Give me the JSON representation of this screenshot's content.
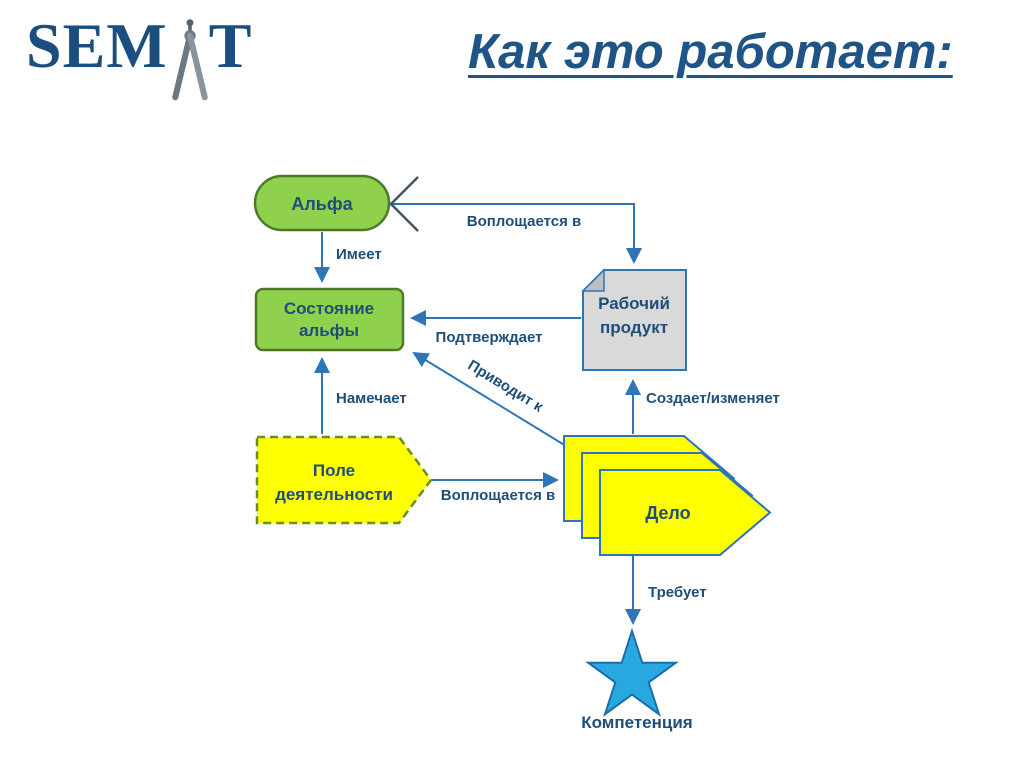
{
  "header": {
    "logo_sem": "SEM",
    "logo_t": "T",
    "title": "Как это работает:"
  },
  "diagram": {
    "nodes": {
      "alpha": {
        "label": "Альфа"
      },
      "alpha_state": {
        "line1": "Состояние",
        "line2": "альфы"
      },
      "work_product": {
        "line1": "Рабочий",
        "line2": "продукт"
      },
      "activity_space": {
        "line1": "Поле",
        "line2": "деятельности"
      },
      "work_item": {
        "label": "Дело"
      },
      "competency": {
        "label": "Компетенция"
      }
    },
    "edges": {
      "embodied_in_top": "Воплощается в",
      "has": "Имеет",
      "confirms": "Подтверждает",
      "outlines": "Намечает",
      "leads_to": "Приводит к",
      "creates_changes": "Создает/изменяет",
      "embodied_in_bottom": "Воплощается в",
      "requires": "Требует"
    },
    "colors": {
      "node_green": "#8FD04C",
      "node_green_border": "#4E7A28",
      "node_yellow": "#FFFF00",
      "activity_border": "#6B8E23",
      "work_product_fill": "#D9D9D9",
      "connector_blue": "#2E75B6",
      "star_blue": "#29A8E0",
      "text_dark_blue": "#1F4E79"
    }
  }
}
